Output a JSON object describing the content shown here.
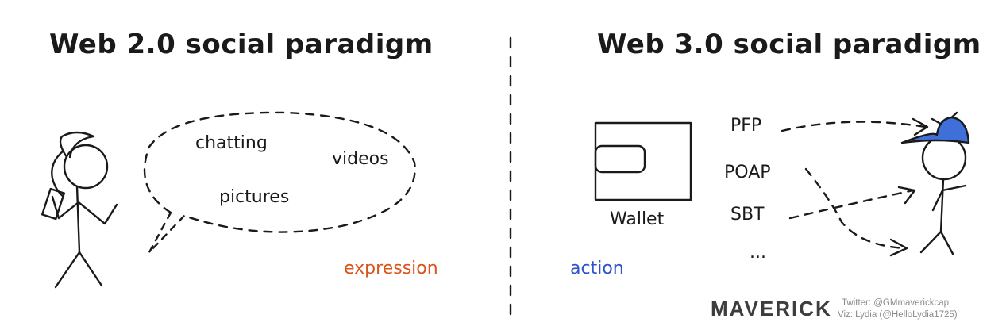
{
  "left_panel": {
    "title": "Web 2.0 social paradigm",
    "bubble_words": [
      "chatting",
      "videos",
      "pictures"
    ],
    "theme_label": "expression",
    "theme_color": "#d9541b"
  },
  "right_panel": {
    "title": "Web 3.0 social paradigm",
    "wallet_label": "Wallet",
    "assets": [
      "PFP",
      "POAP",
      "SBT",
      "..."
    ],
    "theme_label": "action",
    "theme_color": "#2f52c9",
    "cap_color": "#3f6fd8"
  },
  "footer": {
    "brand": "MAVERICK",
    "credit_line_1": "Twitter: @GMmaverickcap",
    "credit_line_2": "Viz: Lydia (@HelloLydia1725)"
  },
  "icons": [
    "woman-with-phone-icon",
    "speech-bubble-icon",
    "wallet-icon",
    "man-with-propeller-cap-icon"
  ]
}
